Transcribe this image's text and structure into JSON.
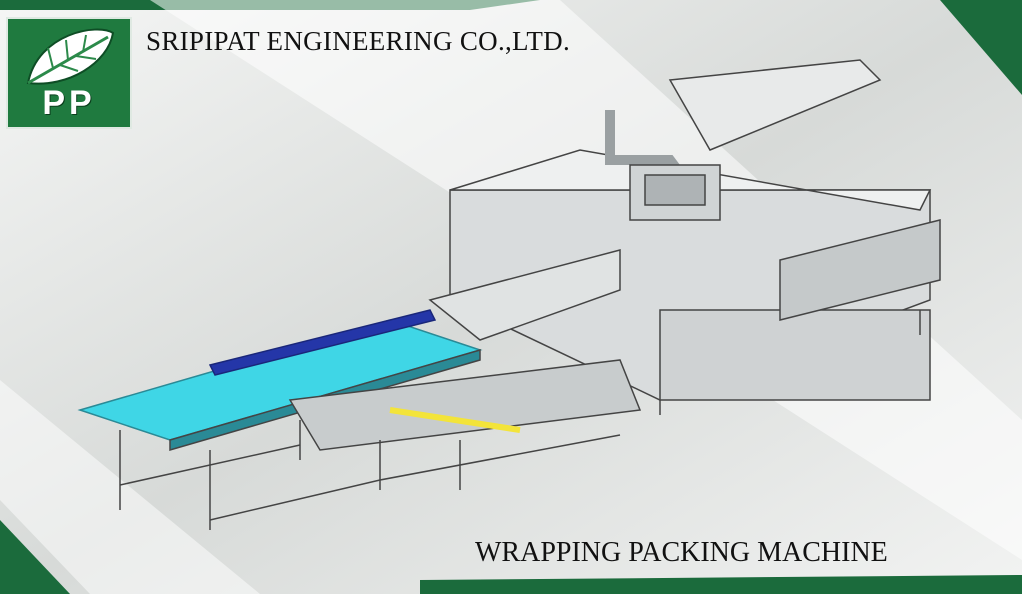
{
  "header": {
    "company_name": "SRIPIPAT ENGINEERING CO.,LTD.",
    "logo_text": "PP"
  },
  "footer": {
    "product_name": "WRAPPING PACKING MACHINE"
  },
  "colors": {
    "brand_green": "#1f7a3f",
    "conveyor_cyan": "#3fd6e6",
    "guide_blue": "#2436a8",
    "highlight_yellow": "#f3e43a"
  },
  "icons": [
    "leaf-icon",
    "machine-illustration"
  ]
}
